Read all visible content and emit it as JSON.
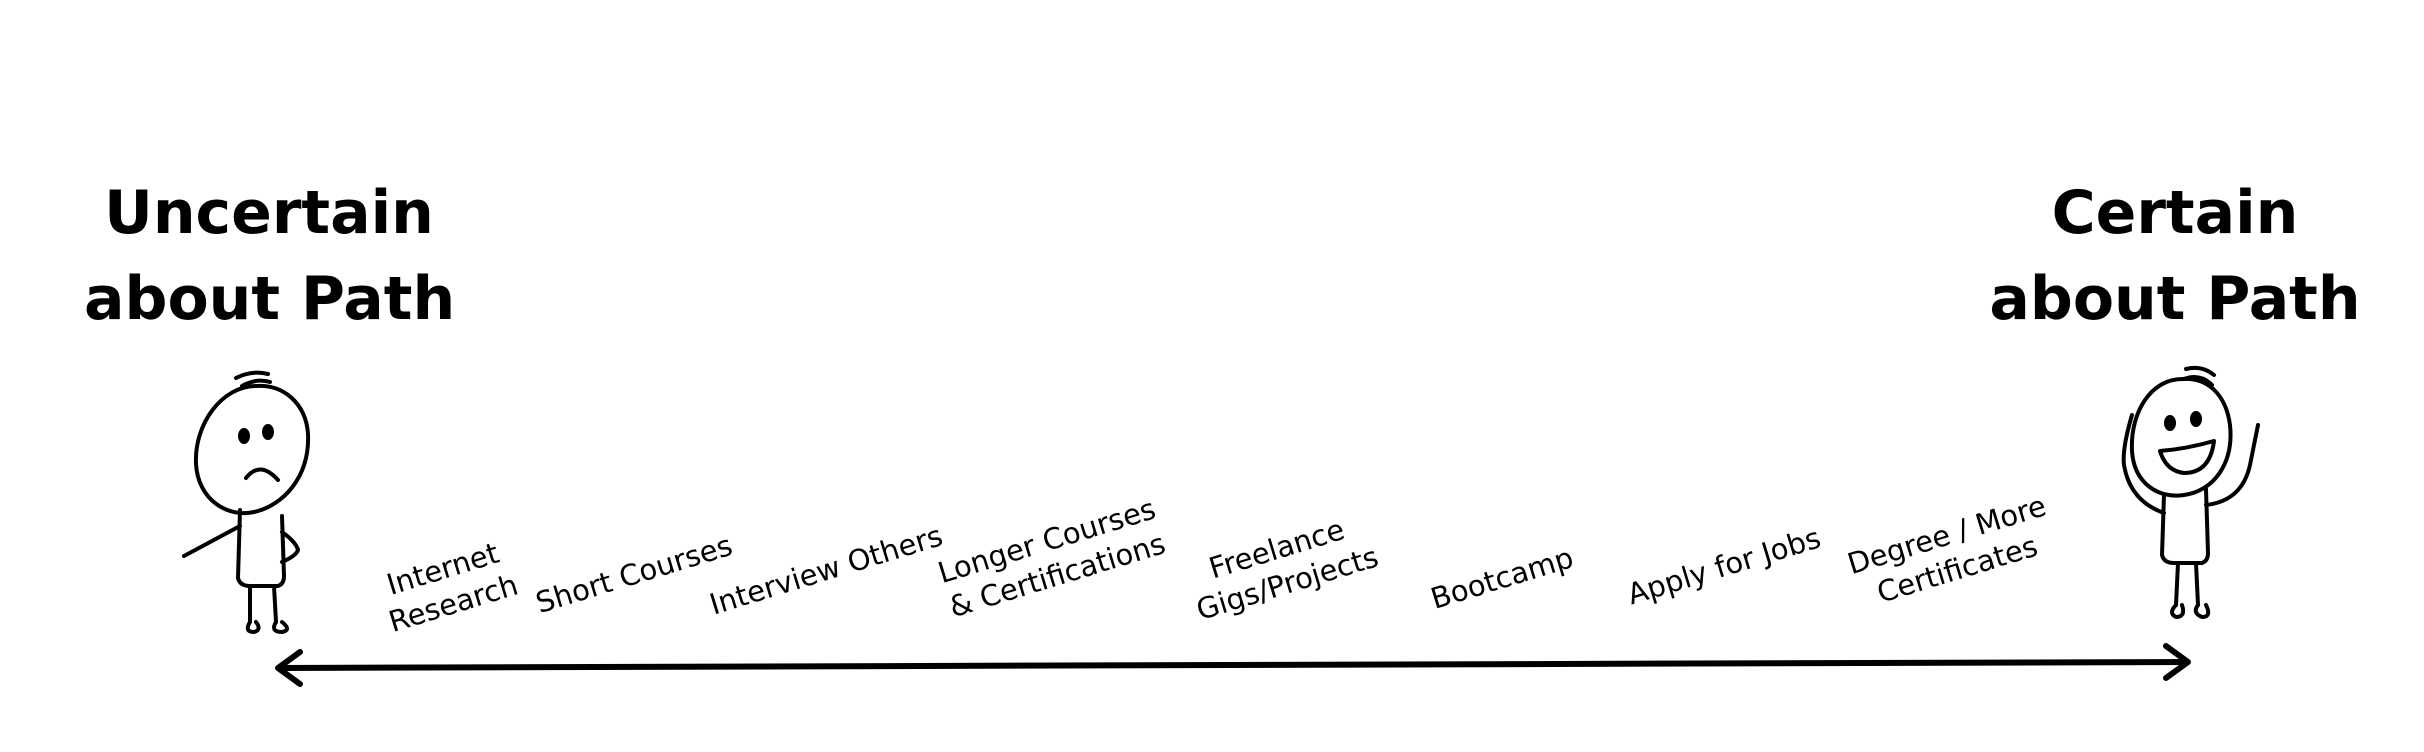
{
  "diagram": {
    "left_label": {
      "lines": [
        "Uncertain",
        "about Path"
      ]
    },
    "right_label": {
      "lines": [
        "Certain",
        "about Path"
      ]
    },
    "steps": [
      {
        "lines": [
          "Internet",
          "Research"
        ]
      },
      {
        "lines": [
          "Short Courses"
        ]
      },
      {
        "lines": [
          "Interview Others"
        ]
      },
      {
        "lines": [
          "Longer Courses",
          "& Certifications"
        ]
      },
      {
        "lines": [
          "Freelance",
          "Gigs/Projects"
        ]
      },
      {
        "lines": [
          "Bootcamp"
        ]
      },
      {
        "lines": [
          "Apply for Jobs"
        ]
      },
      {
        "lines": [
          "Degree / More",
          "Certificates"
        ]
      }
    ],
    "left_figure": {
      "icon": "sad-stick-figure-icon"
    },
    "right_figure": {
      "icon": "happy-stick-figure-icon"
    },
    "arrow": {
      "icon": "double-headed-arrow-icon"
    },
    "colors": {
      "ink": "#000000",
      "background": "#ffffff"
    }
  }
}
